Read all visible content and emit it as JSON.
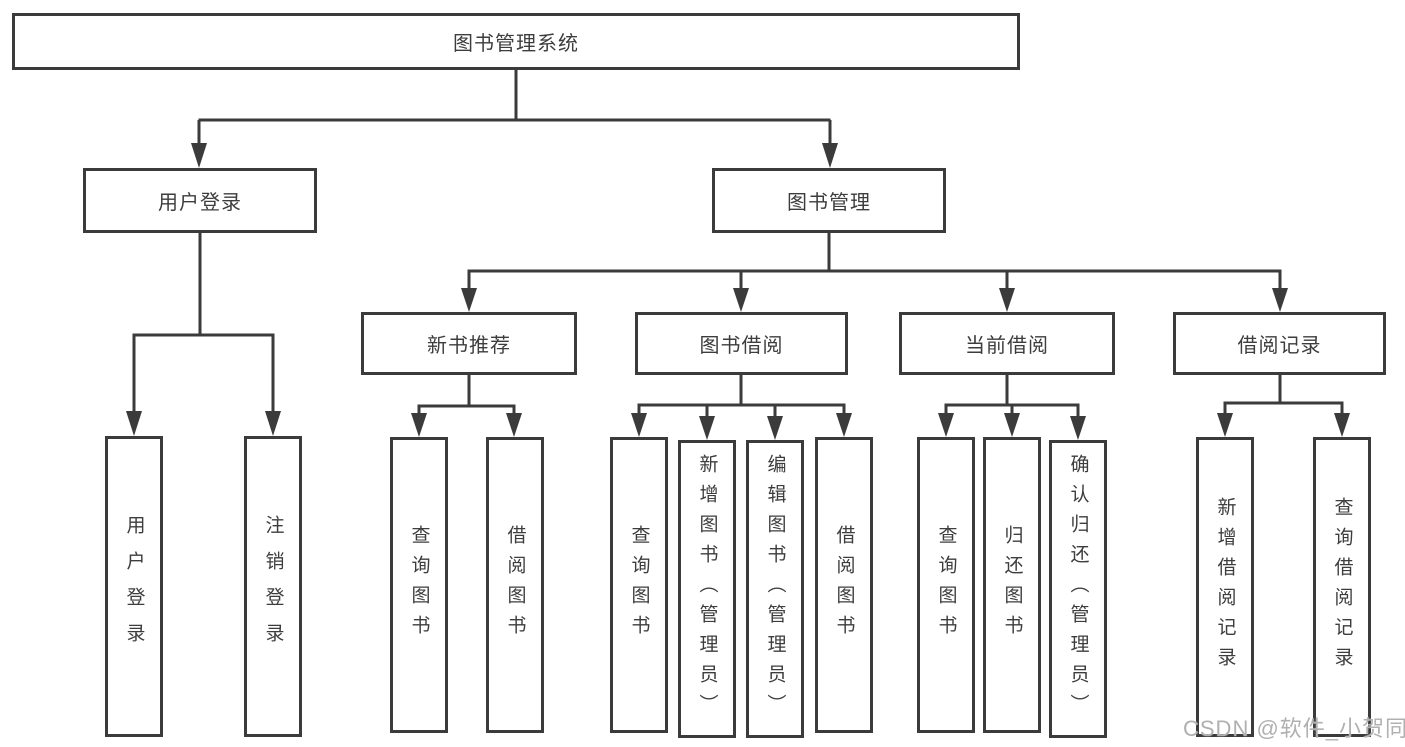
{
  "diagram": {
    "watermark": "CSDN @软件_小贺同学",
    "colors": {
      "line": "#3b3b3b",
      "text": "#3d3d3d",
      "box_background": "#ffffff",
      "watermark": "#b0b0b0"
    },
    "nodes": {
      "root": "图书管理系统",
      "user_login": "用户登录",
      "book_mgmt": "图书管理",
      "new_book_rec": "新书推荐",
      "book_borrow": "图书借阅",
      "current_borrow": "当前借阅",
      "borrow_records": "借阅记录",
      "leaf_user_login": "用户登录",
      "leaf_logout": "注销登录",
      "leaf_nb_query": "查询图书",
      "leaf_nb_borrow": "借阅图书",
      "leaf_bb_query": "查询图书",
      "leaf_bb_add": "新增图书（管理员）",
      "leaf_bb_edit": "编辑图书（管理员）",
      "leaf_bb_borrow": "借阅图书",
      "leaf_cb_query": "查询图书",
      "leaf_cb_return": "归还图书",
      "leaf_cb_confirm": "确认归还（管理员）",
      "leaf_br_add": "新增借阅记录",
      "leaf_br_query": "查询借阅记录"
    }
  }
}
